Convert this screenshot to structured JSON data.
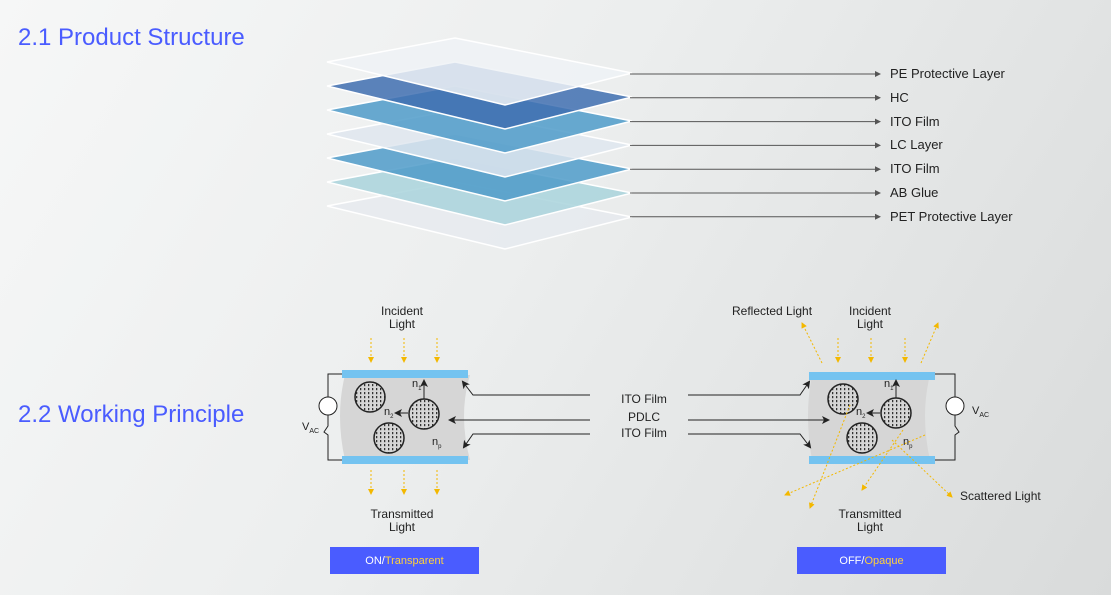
{
  "sections": {
    "structure_title": "2.1 Product Structure",
    "principle_title": "2.2 Working Principle"
  },
  "layers": [
    {
      "label": "PE Protective Layer",
      "color": "#eef2f6"
    },
    {
      "label": "HC",
      "color": "#3f6eb0"
    },
    {
      "label": "ITO Film",
      "color": "#4f9bc9"
    },
    {
      "label": "LC Layer",
      "color": "#dfe6ee"
    },
    {
      "label": "ITO Film",
      "color": "#4f9bc9"
    },
    {
      "label": "AB Glue",
      "color": "#a9d3dc"
    },
    {
      "label": "PET Protective Layer",
      "color": "#e6eaee"
    }
  ],
  "principle": {
    "incident": [
      "Incident",
      "Light"
    ],
    "transmitted": [
      "Transmitted",
      "Light"
    ],
    "reflected": "Reflected Light",
    "scattered": "Scattered Light",
    "vac": "V",
    "vac_sub": "AC",
    "n1": "n",
    "n1_sub": "1",
    "n2": "n",
    "n2_sub": "2",
    "np": "n",
    "np_sub": "p",
    "middle_labels": [
      "ITO Film",
      "PDLC",
      "ITO Film"
    ],
    "on_state": {
      "a": "ON/ ",
      "b": "Transparent"
    },
    "off_state": {
      "a": "OFF/ ",
      "b": "Opaque"
    }
  }
}
